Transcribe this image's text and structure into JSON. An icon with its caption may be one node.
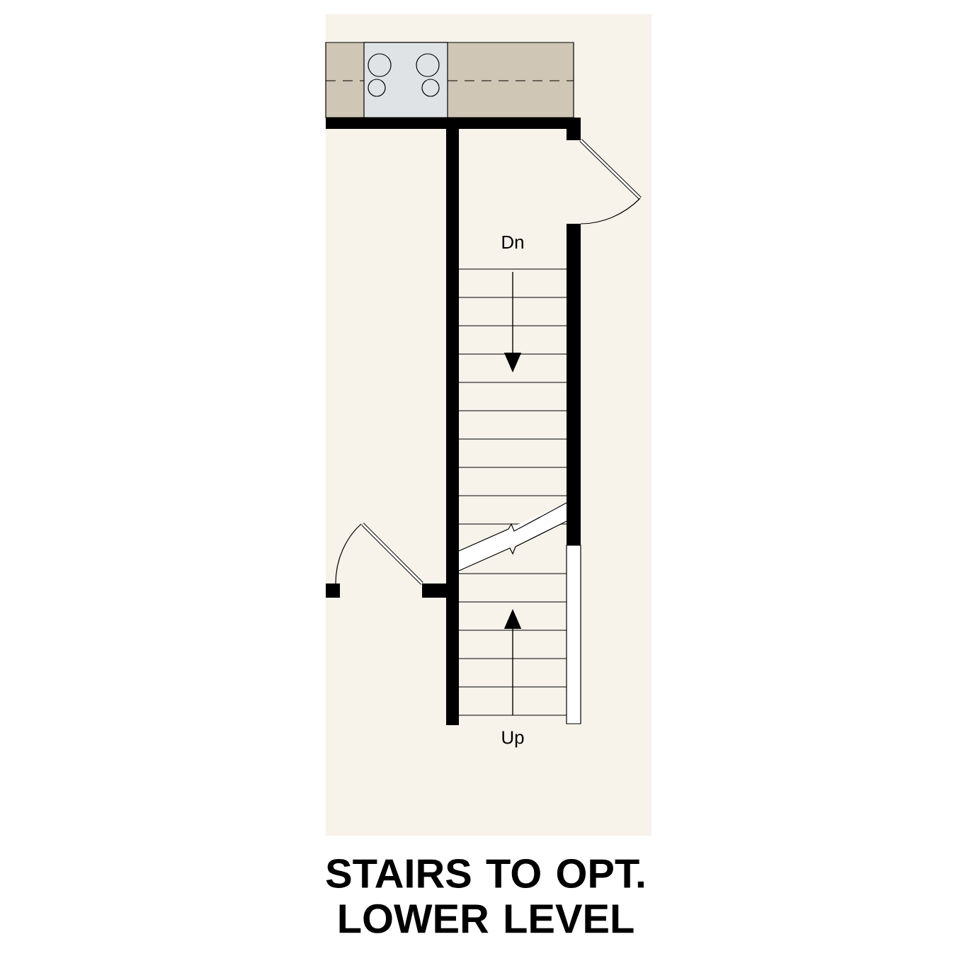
{
  "diagram": {
    "caption": "STAIRS TO OPT. LOWER LEVEL",
    "labels": [
      "Dn",
      "Up"
    ]
  }
}
